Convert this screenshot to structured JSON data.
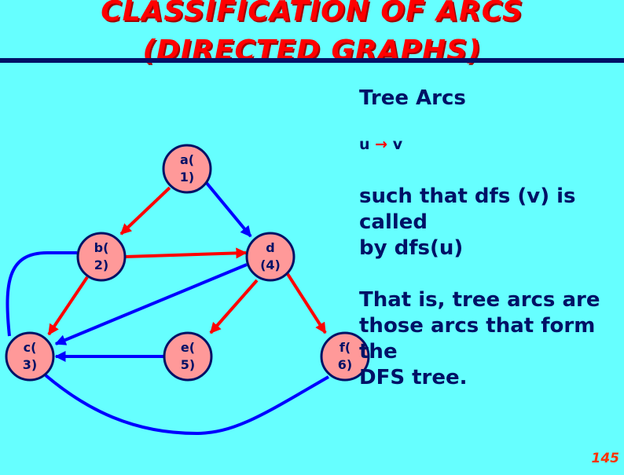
{
  "title": {
    "line1": "CLASSIFICATION OF ARCS",
    "line2": "(DIRECTED GRAPHS)"
  },
  "text": {
    "heading": "Tree Arcs",
    "uv_u": "u",
    "uv_arrow": "→",
    "uv_v": "v",
    "para1": [
      "such that dfs (v) is",
      "called",
      "by dfs(u)"
    ],
    "para2": [
      "That is, tree arcs are",
      "those arcs that form",
      "the",
      "DFS tree."
    ]
  },
  "page_number": "145",
  "graph": {
    "nodes": [
      {
        "id": "a",
        "line1": "a(",
        "line2": "1)"
      },
      {
        "id": "b",
        "line1": "b(",
        "line2": "2)"
      },
      {
        "id": "c",
        "line1": "c(",
        "line2": "3)"
      },
      {
        "id": "d",
        "line1": "d",
        "line2": "(4)"
      },
      {
        "id": "e",
        "line1": "e(",
        "line2": "5)"
      },
      {
        "id": "f",
        "line1": "f(",
        "line2": "6)"
      }
    ],
    "edges": [
      {
        "from": "a",
        "to": "b",
        "color": "#FF0000"
      },
      {
        "from": "a",
        "to": "d",
        "color": "#0000FF"
      },
      {
        "from": "b",
        "to": "d",
        "color": "#FF0000"
      },
      {
        "from": "b",
        "to": "c",
        "color": "#FF0000"
      },
      {
        "from": "d",
        "to": "c",
        "color": "#0000FF"
      },
      {
        "from": "d",
        "to": "e",
        "color": "#FF0000"
      },
      {
        "from": "d",
        "to": "f",
        "color": "#FF0000"
      },
      {
        "from": "e",
        "to": "c",
        "color": "#0000FF"
      },
      {
        "from": "c",
        "to": "b",
        "color": "#0000FF"
      },
      {
        "from": "f",
        "to": "c",
        "color": "#0000FF"
      }
    ]
  },
  "colors": {
    "background": "#66FFFF",
    "title": "#FF0000",
    "text": "#001166",
    "node_fill": "#FF9999",
    "node_stroke": "#001166",
    "tree_arc": "#FF0000",
    "other_arc": "#0000FF"
  }
}
